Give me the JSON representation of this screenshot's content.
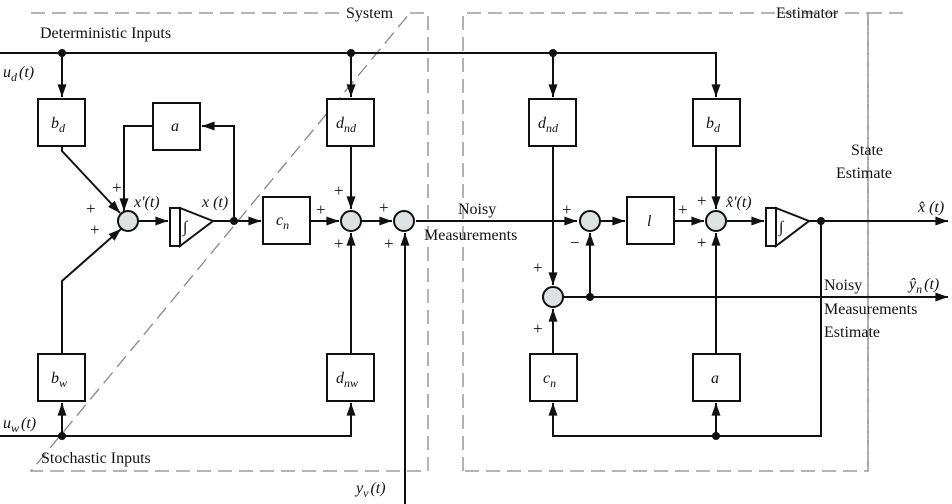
{
  "diagram": {
    "groups": {
      "system": "System",
      "estimator": "Estimator"
    },
    "signals": {
      "deterministic_inputs": "Deterministic Inputs",
      "stochastic_inputs": "Stochastic Inputs",
      "u_d": {
        "base": "u",
        "sub": "d",
        "arg": "(t)"
      },
      "u_w": {
        "base": "u",
        "sub": "w",
        "arg": "(t)"
      },
      "y_v": {
        "base": "y",
        "sub": "v",
        "arg": "(t)"
      },
      "x_dot": "x'(t)",
      "x": "x (t)",
      "xhat_dot": "x̂'(t)",
      "xhat": "x̂ (t)",
      "yhat_n": {
        "base": "ŷ",
        "sub": "n",
        "arg": "(t)"
      },
      "noisy_line1": "Noisy",
      "noisy_line2": "Measurements",
      "state_est_line1": "State",
      "state_est_line2": "Estimate",
      "nme_line1": "Noisy",
      "nme_line2": "Measurements",
      "nme_line3": "Estimate"
    },
    "blocks": {
      "sys_bd": {
        "base": "b",
        "sub": "d"
      },
      "sys_a": {
        "base": "a",
        "sub": ""
      },
      "sys_dnd": {
        "base": "d",
        "sub": "nd"
      },
      "sys_cn": {
        "base": "c",
        "sub": "n"
      },
      "sys_bw": {
        "base": "b",
        "sub": "w"
      },
      "sys_dnw": {
        "base": "d",
        "sub": "nw"
      },
      "est_dnd": {
        "base": "d",
        "sub": "nd"
      },
      "est_bd": {
        "base": "b",
        "sub": "d"
      },
      "est_l": {
        "base": "l",
        "sub": ""
      },
      "est_cn": {
        "base": "c",
        "sub": "n"
      },
      "est_a": {
        "base": "a",
        "sub": ""
      }
    },
    "integrator_symbol": "∫",
    "signs": {
      "plus": "+",
      "minus": "−"
    }
  }
}
